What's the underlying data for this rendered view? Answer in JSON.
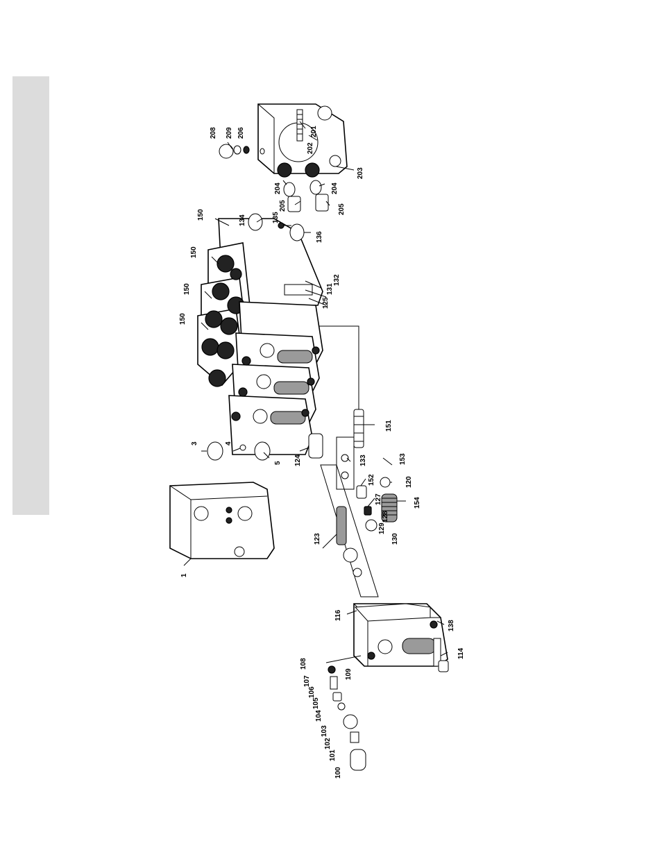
{
  "diagram": {
    "callouts": [
      {
        "id": "c208",
        "text": "208"
      },
      {
        "id": "c209",
        "text": "209"
      },
      {
        "id": "c206",
        "text": "206"
      },
      {
        "id": "c201",
        "text": "201"
      },
      {
        "id": "c202",
        "text": "202"
      },
      {
        "id": "c203",
        "text": "203"
      },
      {
        "id": "c204a",
        "text": "204"
      },
      {
        "id": "c204b",
        "text": "204"
      },
      {
        "id": "c205a",
        "text": "205"
      },
      {
        "id": "c205b",
        "text": "205"
      },
      {
        "id": "c150a",
        "text": "150"
      },
      {
        "id": "c150b",
        "text": "150"
      },
      {
        "id": "c150c",
        "text": "150"
      },
      {
        "id": "c150d",
        "text": "150"
      },
      {
        "id": "c134",
        "text": "134"
      },
      {
        "id": "c135",
        "text": "135"
      },
      {
        "id": "c136",
        "text": "136"
      },
      {
        "id": "c132",
        "text": "132"
      },
      {
        "id": "c131",
        "text": "131"
      },
      {
        "id": "c125",
        "text": "125"
      },
      {
        "id": "c151",
        "text": "151"
      },
      {
        "id": "c153",
        "text": "153"
      },
      {
        "id": "c120",
        "text": "120"
      },
      {
        "id": "c154",
        "text": "154"
      },
      {
        "id": "c152",
        "text": "152"
      },
      {
        "id": "c127",
        "text": "127"
      },
      {
        "id": "c128",
        "text": "128"
      },
      {
        "id": "c129",
        "text": "129"
      },
      {
        "id": "c130",
        "text": "130"
      },
      {
        "id": "c133",
        "text": "133"
      },
      {
        "id": "c124",
        "text": "124"
      },
      {
        "id": "c123",
        "text": "123"
      },
      {
        "id": "c3",
        "text": "3"
      },
      {
        "id": "c4",
        "text": "4"
      },
      {
        "id": "c5",
        "text": "5"
      },
      {
        "id": "c1",
        "text": "1"
      },
      {
        "id": "c116",
        "text": "116"
      },
      {
        "id": "c138",
        "text": "138"
      },
      {
        "id": "c114",
        "text": "114"
      },
      {
        "id": "c108",
        "text": "108"
      },
      {
        "id": "c107",
        "text": "107"
      },
      {
        "id": "c106",
        "text": "106"
      },
      {
        "id": "c105",
        "text": "105"
      },
      {
        "id": "c104",
        "text": "104"
      },
      {
        "id": "c103",
        "text": "103"
      },
      {
        "id": "c102",
        "text": "102"
      },
      {
        "id": "c101",
        "text": "101"
      },
      {
        "id": "c100",
        "text": "100"
      },
      {
        "id": "c109",
        "text": "109"
      }
    ],
    "colors": {
      "line": "#000000",
      "sidebar": "#dcdcdc",
      "background": "#ffffff"
    }
  }
}
